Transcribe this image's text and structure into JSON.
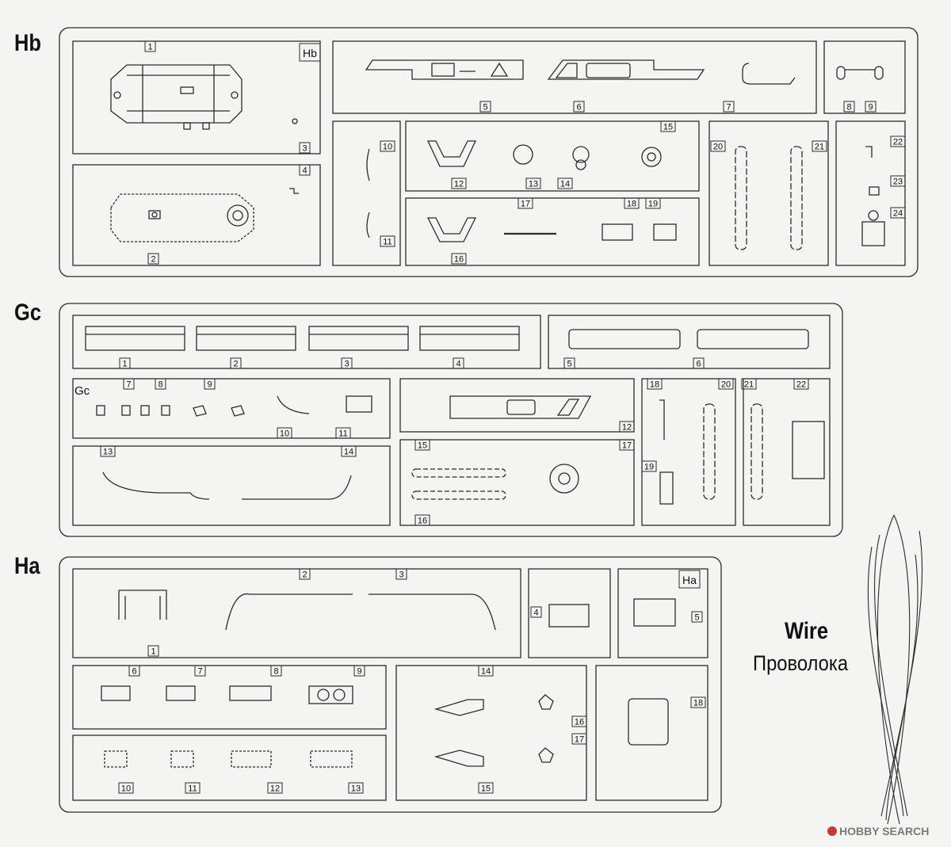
{
  "sprues": {
    "hb": {
      "title": "Hb",
      "frame_tag": "Hb",
      "parts": [
        "1",
        "2",
        "3",
        "4",
        "5",
        "6",
        "7",
        "8",
        "9",
        "10",
        "11",
        "12",
        "13",
        "14",
        "15",
        "16",
        "17",
        "18",
        "19",
        "20",
        "21",
        "22",
        "23",
        "24"
      ]
    },
    "gc": {
      "title": "Gc",
      "frame_tag": "Gc",
      "parts": [
        "1",
        "2",
        "3",
        "4",
        "5",
        "6",
        "7",
        "8",
        "9",
        "10",
        "11",
        "12",
        "13",
        "14",
        "15",
        "16",
        "17",
        "18",
        "19",
        "20",
        "21",
        "22"
      ]
    },
    "ha": {
      "title": "Ha",
      "frame_tag": "Ha",
      "parts": [
        "1",
        "2",
        "3",
        "4",
        "5",
        "6",
        "7",
        "8",
        "9",
        "10",
        "11",
        "12",
        "13",
        "14",
        "15",
        "16",
        "17",
        "18"
      ]
    }
  },
  "wire": {
    "title": "Wire",
    "subtitle": "Проволока"
  },
  "watermark": {
    "text": "HOBBY SEARCH"
  },
  "colors": {
    "line": "#2b2b2b",
    "background": "#f4f4f2",
    "watermark": "#7a7a7a",
    "watermark_logo": "#c23a3a"
  }
}
